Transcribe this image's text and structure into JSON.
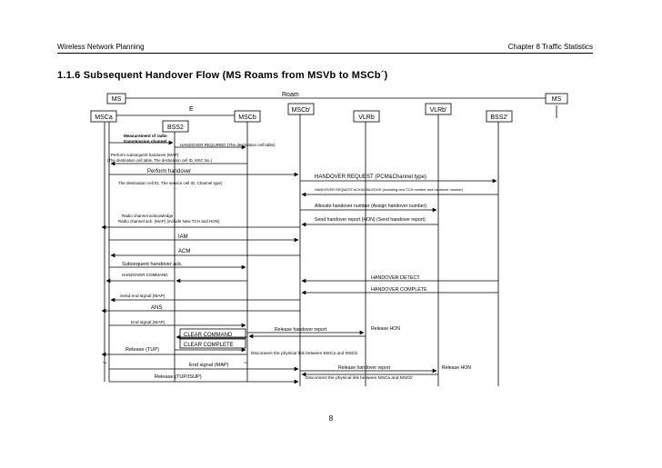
{
  "header": {
    "left": "Wireless Network Planning",
    "right": "Chapter 8  Traffic Statistics"
  },
  "title": "1.1.6  Subsequent Handover Flow (MS Roams from MSVb to MSCb´)",
  "page_number": "8",
  "diagram": {
    "roam_label": "Roam",
    "e_label": "E",
    "entities": {
      "ms_left": "MS",
      "ms_right": "MS",
      "msca": "MSCa",
      "mscb": "MSCb",
      "mscb_prime": "MSCb'",
      "vlrb": "VLRb",
      "vlrb_prime": "VLRb'",
      "bss2": "BSS2",
      "bss2_prime": "BSS2'"
    },
    "notes": {
      "measurement": "Measurement of radio transmission channel",
      "perform_subsequent": "Perform subsequent handover (MAP)",
      "perform_subsequent_detail": "(The destination cell table, The destination cell ID, MSC No.)",
      "destination_info": "The destination cell ID, The service cell ID, Channel type)",
      "radio_channel_ack": "Radio channel acknowledge",
      "radio_channel_ack_detail": "Radio channel ack. (MAP) (include New TCH and HON)"
    },
    "messages": {
      "handover_required": "HANDOVER REQUIRED (The destination cell table)",
      "perform_handover": "Perform handover",
      "handover_request": "HANDOVER REQUEST (PCM&Channel type)",
      "handover_request_ack": "HANDOVER REQUEST ACKNOWLEDGE (including new TCH number and handover number)",
      "allocate_handover_number": "Allocate handover number (Assign handover number)",
      "send_handover_report": "Send handover report (HON) (Send handover report)",
      "iam": "IAM",
      "acm": "ACM",
      "subsequent_handover_ack": "Subsequent handover ack.",
      "handover_command": "HANDOVER COMMAND",
      "handover_detect": "HANDOVER DETECT",
      "handover_complete": "HANDOVER COMPLETE",
      "send_end_signal": "Send end signal (MAP)",
      "ans": "ANS",
      "end_signal_1": "End signal (MAP)",
      "release_handover_report_1": "Release handover report",
      "release_hon_1": "Release HON",
      "clear_command": "CLEAR COMMAND",
      "clear_complete": "CLEAR COMPLETE",
      "disconnect_1": "Disconnect the physical link between MSCa and MSCb",
      "release_tup": "Release (TUP)",
      "end_signal_2": "End signal (MAP)",
      "release_handover_report_2": "Release handover report",
      "release_hon_2": "Release HON",
      "release_tup_isup": "Release (TUP/ISUP)",
      "disconnect_2": "Disconnect the physical link between MSCa and MSCb'"
    }
  }
}
